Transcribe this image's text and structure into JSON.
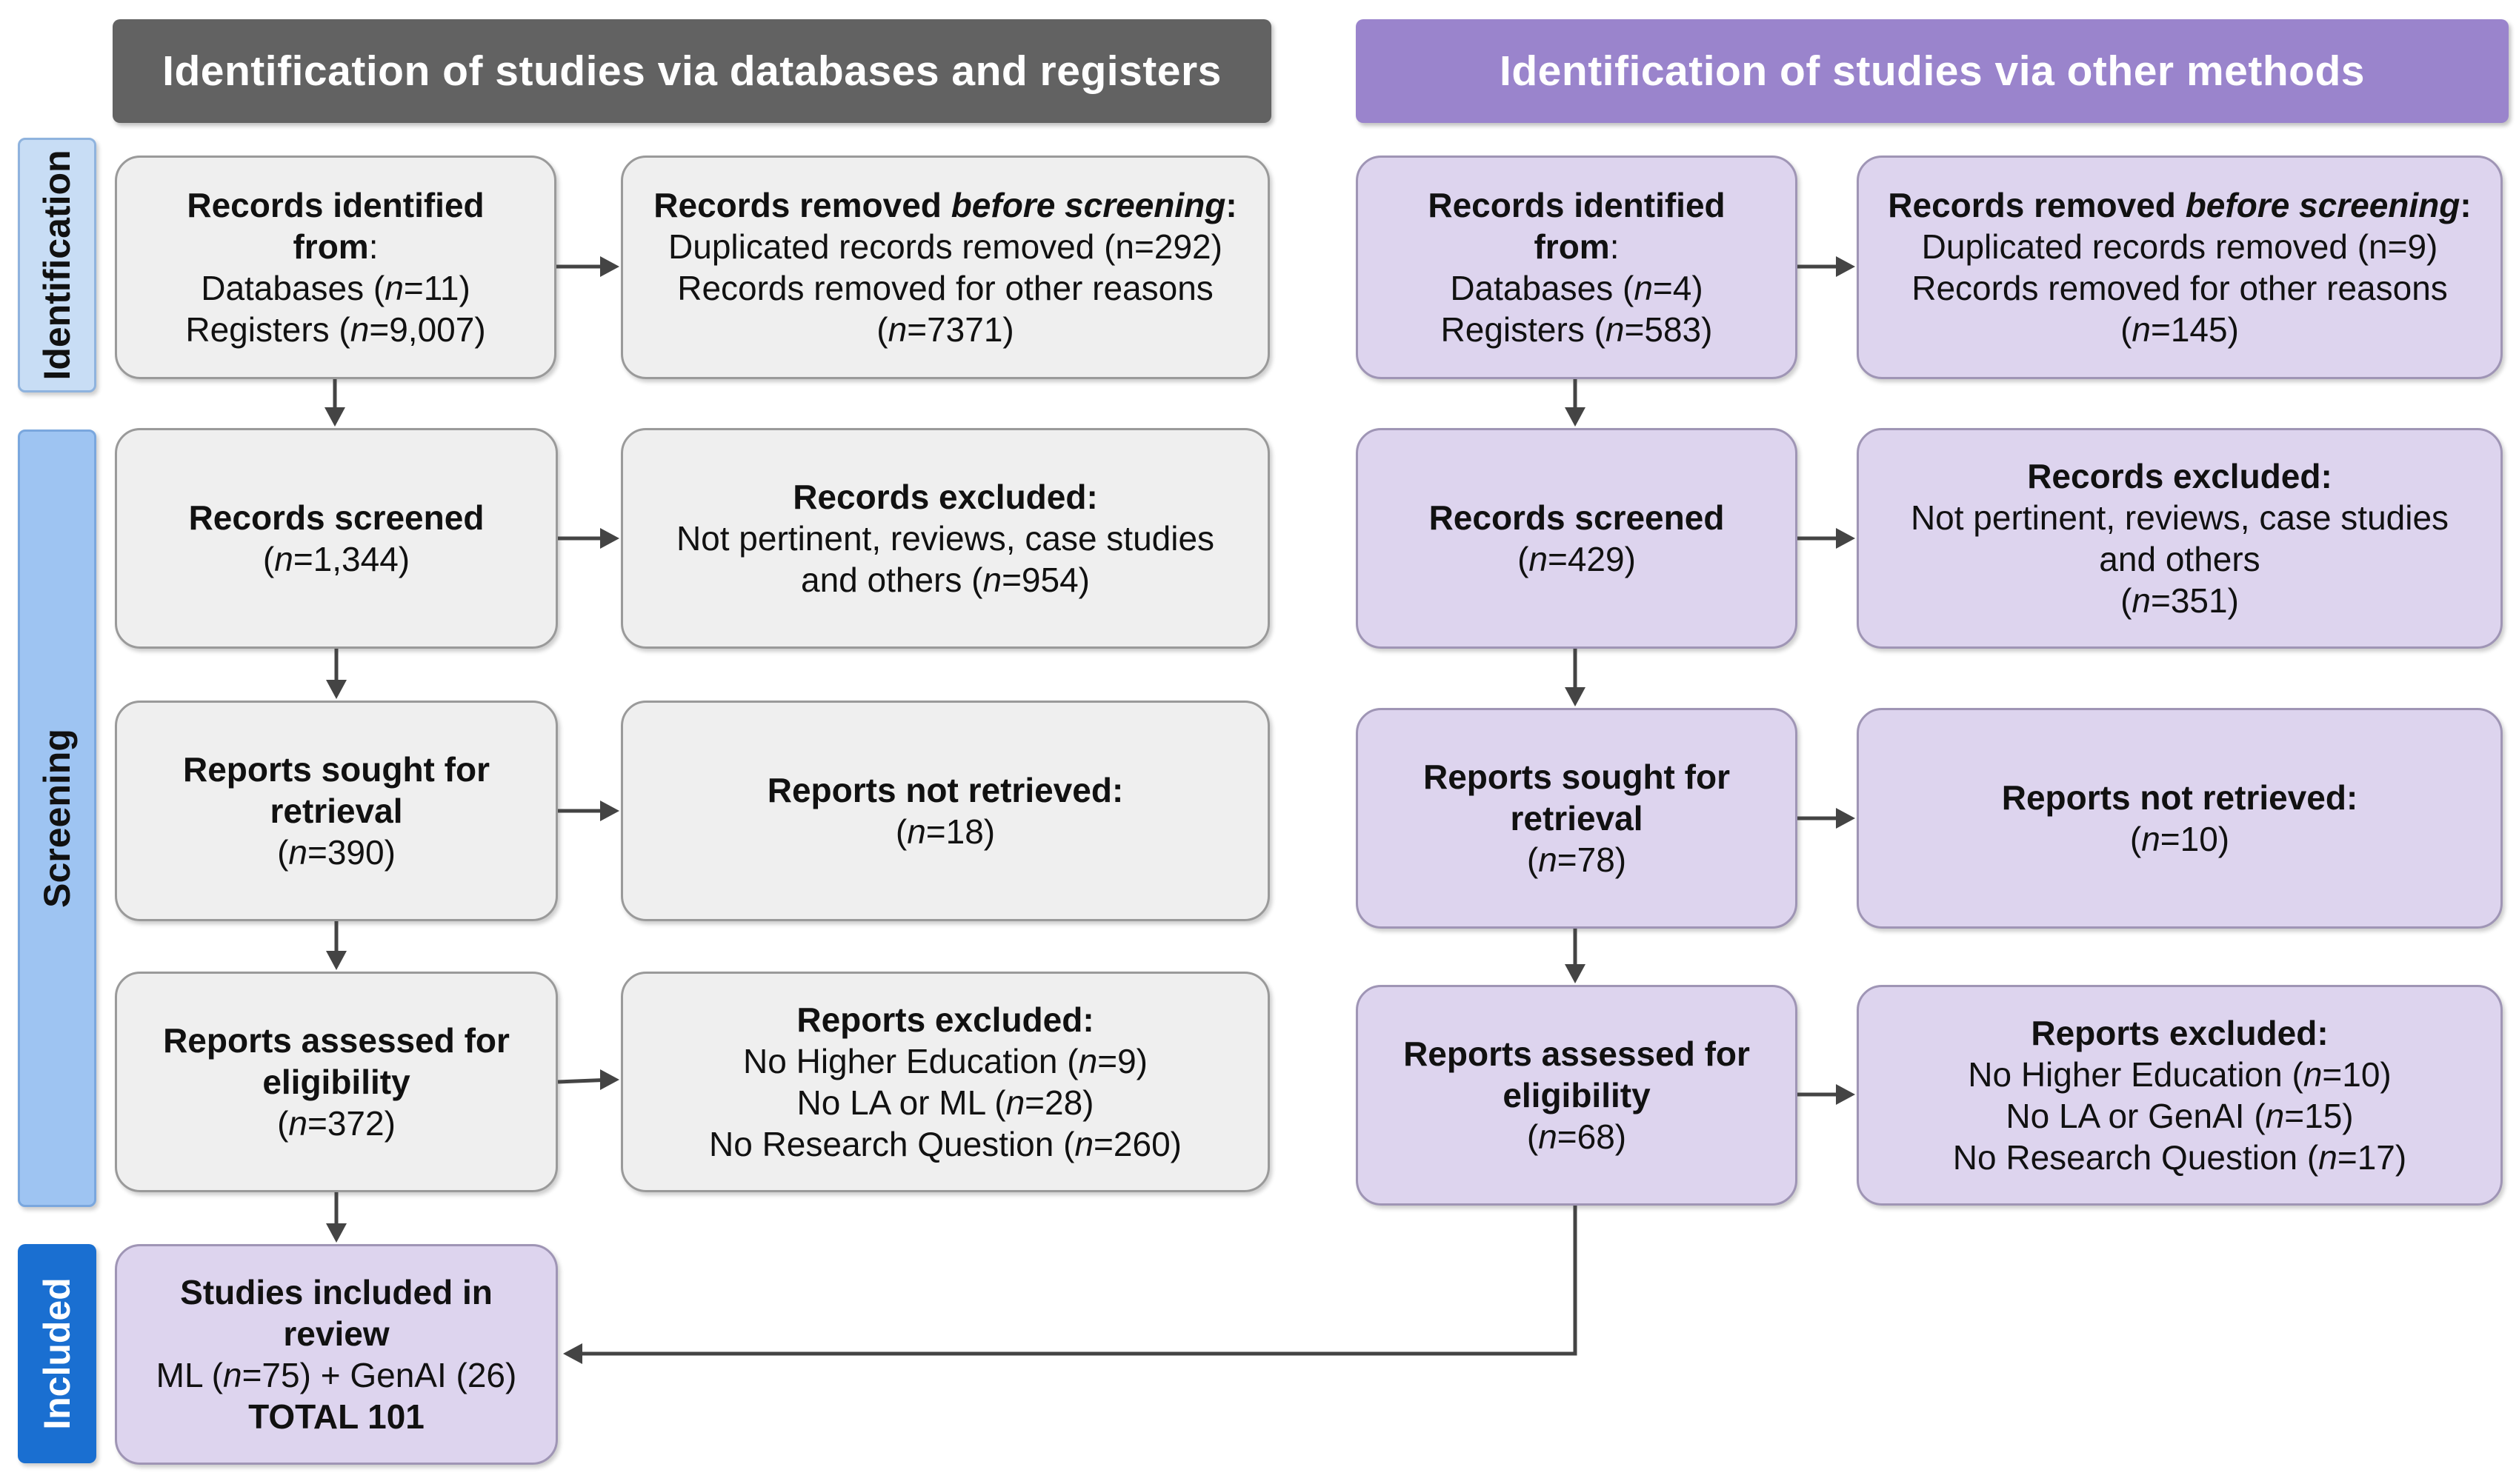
{
  "headers": {
    "left": "Identification of studies via databases and registers",
    "right": "Identification of studies via other methods"
  },
  "sidebar": {
    "identification": "Identification",
    "screening": "Screening",
    "included": "Included"
  },
  "left": {
    "identified": {
      "title_1": "Records identified",
      "title_2": "from",
      "colon": ":",
      "databases_pre": "Databases (",
      "databases_n": "n",
      "databases_post": "=11)",
      "registers_pre": "Registers (",
      "registers_n": "n",
      "registers_post": "=9,007)"
    },
    "removed": {
      "title_pre": "Records removed ",
      "title_italic": "before screening",
      "title_post": ":",
      "line1": "Duplicated records removed  (n=292)",
      "line2": "Records removed for other reasons",
      "line3_n": "n",
      "line3_post": "=7371)"
    },
    "screened": {
      "title": "Records screened",
      "n": "n",
      "post": "=1,344)"
    },
    "excluded": {
      "title": "Records excluded:",
      "line1": "Not pertinent, reviews, case studies",
      "line2_pre": "and others (",
      "line2_n": "n",
      "line2_post": "=954)"
    },
    "sought": {
      "title_1": "Reports sought for",
      "title_2": "retrieval",
      "n": "n",
      "post": "=390)"
    },
    "not_retrieved": {
      "title": "Reports not retrieved:",
      "n": "n",
      "post": "=18)"
    },
    "assessed": {
      "title_1": "Reports assessed for",
      "title_2": "eligibility",
      "n": "n",
      "post": "=372)"
    },
    "reports_excluded": {
      "title": "Reports excluded:",
      "l1_pre": "No Higher Education  (",
      "l1_post": "=9)",
      "l2_pre": "No LA or ML (",
      "l2_post": "=28)",
      "l3_pre": "No Research Question (",
      "l3_post": "=260)",
      "n": "n"
    },
    "included": {
      "title_1": "Studies included in",
      "title_2": "review",
      "line_pre": "ML (",
      "line_n": "n",
      "line_post": "=75) + GenAI (26)",
      "total": "TOTAL 101"
    }
  },
  "right": {
    "identified": {
      "title_1": "Records identified",
      "title_2": "from",
      "colon": ":",
      "databases_pre": "Databases (",
      "databases_n": "n",
      "databases_post": "=4)",
      "registers_pre": "Registers (",
      "registers_n": "n",
      "registers_post": "=583)"
    },
    "removed": {
      "title_pre": "Records removed ",
      "title_italic": "before screening",
      "title_post": ":",
      "line1": "Duplicated records removed  (n=9)",
      "line2": "Records removed for other reasons",
      "line3_n": "n",
      "line3_post": "=145)"
    },
    "screened": {
      "title": "Records screened",
      "n": "n",
      "post": "=429)"
    },
    "excluded": {
      "title": "Records excluded:",
      "line1": "Not pertinent, reviews, case studies",
      "line2": "and others",
      "line3_n": "n",
      "line3_post": "=351)"
    },
    "sought": {
      "title_1": "Reports sought for",
      "title_2": "retrieval",
      "n": "n",
      "post": "=78)"
    },
    "not_retrieved": {
      "title": "Reports not retrieved:",
      "n": "n",
      "post": "=10)"
    },
    "assessed": {
      "title_1": "Reports assessed for",
      "title_2": "eligibility",
      "n": "n",
      "post": "=68)"
    },
    "reports_excluded": {
      "title": "Reports excluded:",
      "l1_pre": "No Higher Education  (",
      "l1_post": "=10)",
      "l2_pre": "No LA or GenAI (",
      "l2_post": "=15)",
      "l3_pre": "No Research Question (",
      "l3_post": "=17)",
      "n": "n"
    }
  }
}
